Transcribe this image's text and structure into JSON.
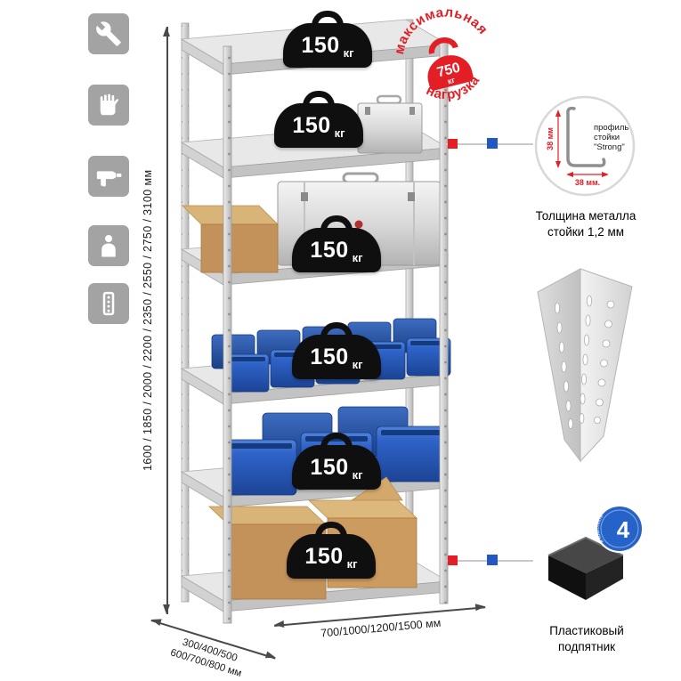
{
  "colors": {
    "red": "#e31e24",
    "blue": "#2257c4",
    "icon_bg": "#a4a3a3",
    "metal_light": "#e8e8e8",
    "metal_dark": "#b5b5b5",
    "bin_blue": "#2f63c8",
    "cardboard": "#c2925a"
  },
  "side_icons": [
    {
      "name": "wrench-icon"
    },
    {
      "name": "glove-icon"
    },
    {
      "name": "drill-icon"
    },
    {
      "name": "person-icon"
    },
    {
      "name": "upright-profile-icon"
    }
  ],
  "height_dim": {
    "label": "1600 / 1850 / 2000 / 2200 / 2350 / 2550 / 2750 / 3100 мм"
  },
  "depth_dim": {
    "line1": "300/400/500",
    "line2": "600/700/800 мм"
  },
  "width_dim": {
    "label": "700/1000/1200/1500 мм"
  },
  "shelf_load": {
    "value": "150",
    "unit": "кг"
  },
  "max_load_stamp": {
    "arc_top": "максимальная",
    "arc_bottom": "нагрузка",
    "value": "750",
    "unit": "кг"
  },
  "profile_callout": {
    "line1": "профиль",
    "line2": "стойки",
    "line3": "\"Strong\"",
    "dim_vertical": "38 мм",
    "dim_horizontal": "38 мм.",
    "caption_line1": "Толщина металла",
    "caption_line2": "стойки 1,2 мм"
  },
  "foot_callout": {
    "badge_value": "4",
    "badge_text": "в комплекте",
    "caption_line1": "Пластиковый",
    "caption_line2": "подпятник"
  }
}
